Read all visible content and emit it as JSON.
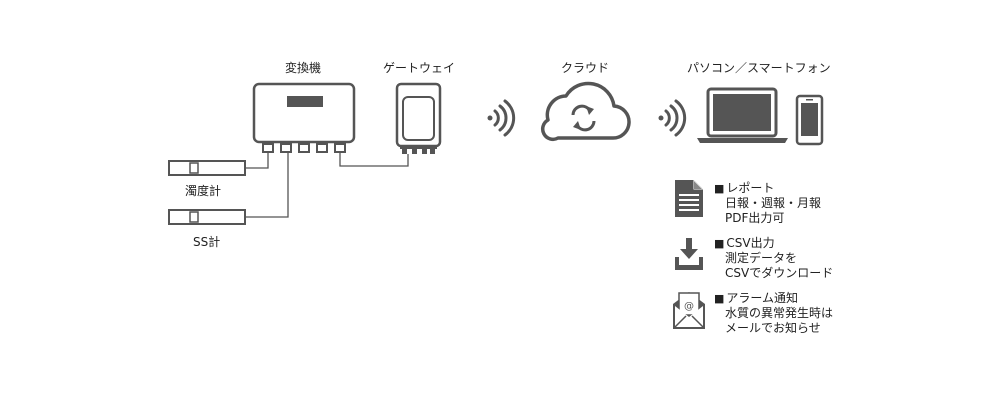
{
  "nodes": {
    "converter": "変換機",
    "gateway": "ゲートウェイ",
    "cloud": "クラウド",
    "devices": "パソコン／スマートフォン",
    "turbidity_meter": "濁度計",
    "ss_meter": "SS計"
  },
  "features": [
    {
      "icon": "report-document-icon",
      "title": "レポート",
      "lines": [
        "日報・週報・月報",
        "PDF出力可"
      ]
    },
    {
      "icon": "download-icon",
      "title": "CSV出力",
      "lines": [
        "測定データを",
        "CSVでダウンロード"
      ]
    },
    {
      "icon": "email-alert-icon",
      "title": "アラーム通知",
      "lines": [
        "水質の異常発生時は",
        "メールでお知らせ"
      ]
    }
  ],
  "colors": {
    "icon": "#555555",
    "line": "#555555",
    "screen": "#555555"
  }
}
